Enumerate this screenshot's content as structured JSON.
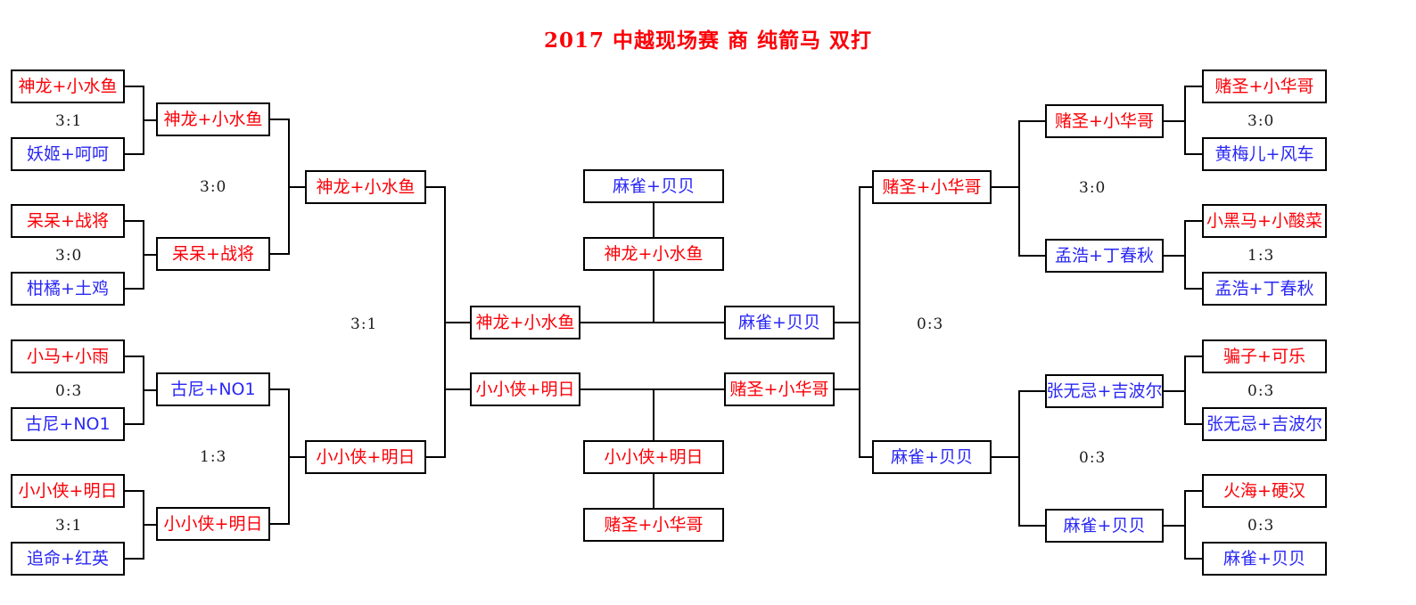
{
  "title": "2017 中越现场赛 商 纯箭马 双打",
  "colors": {
    "winner": "#fb0007",
    "loser": "#2a27f5",
    "score": "#1a1a1a",
    "line": "#000000",
    "background": "#ffffff"
  },
  "boxes": {
    "l1a": "神龙+小水鱼",
    "l1b": "妖姬+呵呵",
    "l1c": "呆呆+战将",
    "l1d": "柑橘+土鸡",
    "l1e": "小马+小雨",
    "l1f": "古尼+NO1",
    "l1g": "小小侠+明日",
    "l1h": "追命+红英",
    "l2a": "神龙+小水鱼",
    "l2b": "呆呆+战将",
    "l2c": "古尼+NO1",
    "l2d": "小小侠+明日",
    "l3a": "神龙+小水鱼",
    "l3b": "小小侠+明日",
    "l4a": "神龙+小水鱼",
    "l4b": "小小侠+明日",
    "c1": "麻雀+贝贝",
    "c2": "神龙+小水鱼",
    "c3": "小小侠+明日",
    "c4": "赌圣+小华哥",
    "r4a": "麻雀+贝贝",
    "r4b": "赌圣+小华哥",
    "r3a": "赌圣+小华哥",
    "r3b": "麻雀+贝贝",
    "r2a": "赌圣+小华哥",
    "r2b": "孟浩+丁春秋",
    "r2c": "张无忌+吉波尔",
    "r2d": "麻雀+贝贝",
    "r1a": "赌圣+小华哥",
    "r1b": "黄梅儿+风车",
    "r1c": "小黑马+小酸菜",
    "r1d": "孟浩+丁春秋",
    "r1e": "骗子+可乐",
    "r1f": "张无忌+吉波尔",
    "r1g": "火海+硬汉",
    "r1h": "麻雀+贝贝"
  },
  "scores": {
    "l1_ab": "3:1",
    "l1_cd": "3:0",
    "l1_ef": "0:3",
    "l1_gh": "3:1",
    "l2_ab": "3:0",
    "l2_cd": "1:3",
    "l3_ab": "3:1",
    "r1_ab": "3:0",
    "r1_cd": "1:3",
    "r1_ef": "0:3",
    "r1_gh": "0:3",
    "r2_ab": "3:0",
    "r2_cd": "0:3",
    "r3_ab": "0:3"
  }
}
